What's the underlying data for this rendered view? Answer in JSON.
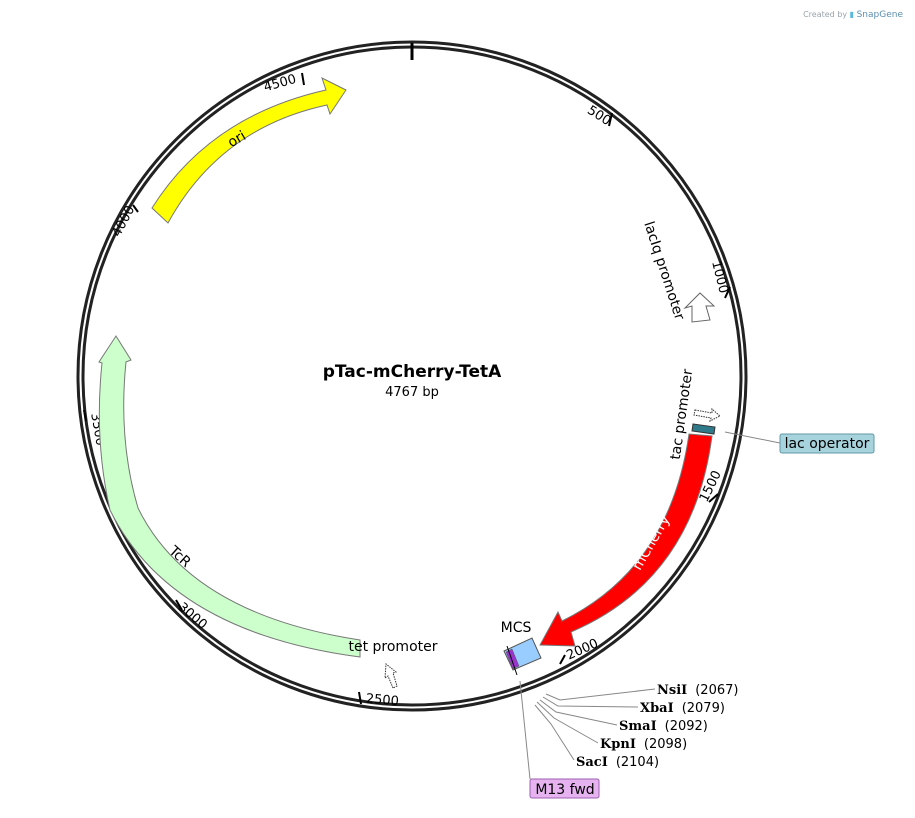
{
  "credit": {
    "prefix": "Created by",
    "brand": "SnapGene"
  },
  "plasmid": {
    "name": "pTac-mCherry-TetA",
    "size_label": "4767 bp"
  },
  "ticks": [
    {
      "label": "500"
    },
    {
      "label": "1000"
    },
    {
      "label": "1500"
    },
    {
      "label": "2000"
    },
    {
      "label": "2500"
    },
    {
      "label": "3000"
    },
    {
      "label": "3500"
    },
    {
      "label": "4000"
    },
    {
      "label": "4500"
    }
  ],
  "features": {
    "ori": {
      "label": "ori",
      "color": "#ffff00"
    },
    "tcr": {
      "label": "TcR",
      "color": "#ccffcc"
    },
    "mcherry": {
      "label": "mCherry",
      "color": "#ff0000"
    },
    "laciq_promoter": {
      "label": "lacIq promoter"
    },
    "tac_promoter": {
      "label": "tac promoter"
    },
    "tet_promoter": {
      "label": "tet promoter"
    },
    "mcs": {
      "label": "MCS",
      "color": "#99ccff"
    },
    "lac_operator": {
      "label": "lac operator",
      "color": "#2e7a8a",
      "badge_color": "#a7d3dd"
    },
    "m13_fwd": {
      "label": "M13 fwd",
      "badge_color": "#e6b3f0"
    }
  },
  "sites": [
    {
      "name": "NsiI",
      "position": "(2067)"
    },
    {
      "name": "XbaI",
      "position": "(2079)"
    },
    {
      "name": "SmaI",
      "position": "(2092)"
    },
    {
      "name": "KpnI",
      "position": "(2098)"
    },
    {
      "name": "SacI",
      "position": "(2104)"
    }
  ]
}
